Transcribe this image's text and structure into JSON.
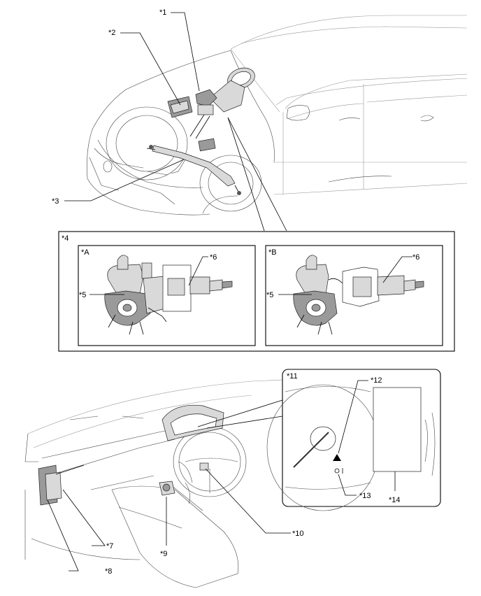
{
  "callouts": {
    "c1": "*1",
    "c2": "*2",
    "c3": "*3",
    "c4": "*4",
    "cA": "*A",
    "cB": "*B",
    "c5a": "*5",
    "c5b": "*5",
    "c6a": "*6",
    "c6b": "*6",
    "c7": "*7",
    "c8": "*8",
    "c9": "*9",
    "c10": "*10",
    "c11": "*11",
    "c12": "*12",
    "c13": "*13",
    "c14": "*14"
  },
  "icons": [
    "car-body-illustration",
    "steering-column-assembly",
    "dashboard-illustration",
    "combination-meter-detail",
    "warning-triangle-icon"
  ]
}
